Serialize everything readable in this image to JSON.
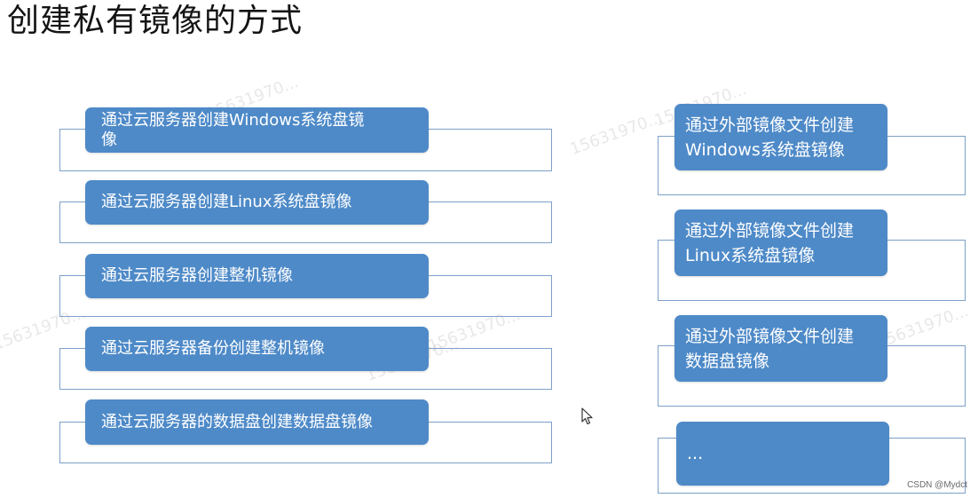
{
  "slide": {
    "title": "创建私有镜像的方式"
  },
  "left_items": [
    {
      "line1": "通过云服务器创建Windows系统盘镜",
      "line2": "像"
    },
    {
      "line1": "通过云服务器创建Linux系统盘镜像",
      "line2": ""
    },
    {
      "line1": "通过云服务器创建整机镜像",
      "line2": ""
    },
    {
      "line1": "通过云服务器备份创建整机镜像",
      "line2": ""
    },
    {
      "line1": "通过云服务器的数据盘创建数据盘镜像",
      "line2": ""
    }
  ],
  "right_items": [
    {
      "line1": "通过外部镜像文件创建",
      "line2": "Windows系统盘镜像"
    },
    {
      "line1": "通过外部镜像文件创建",
      "line2": "Linux系统盘镜像"
    },
    {
      "line1": "通过外部镜像文件创建",
      "line2": "数据盘镜像"
    },
    {
      "line1": "...",
      "line2": ""
    }
  ],
  "watermark_text": "15631970...",
  "credit": "CSDN @Mydct",
  "colors": {
    "pill_fill": "#4e8ac8",
    "outline": "#7da0c8",
    "title_text": "#141414"
  }
}
